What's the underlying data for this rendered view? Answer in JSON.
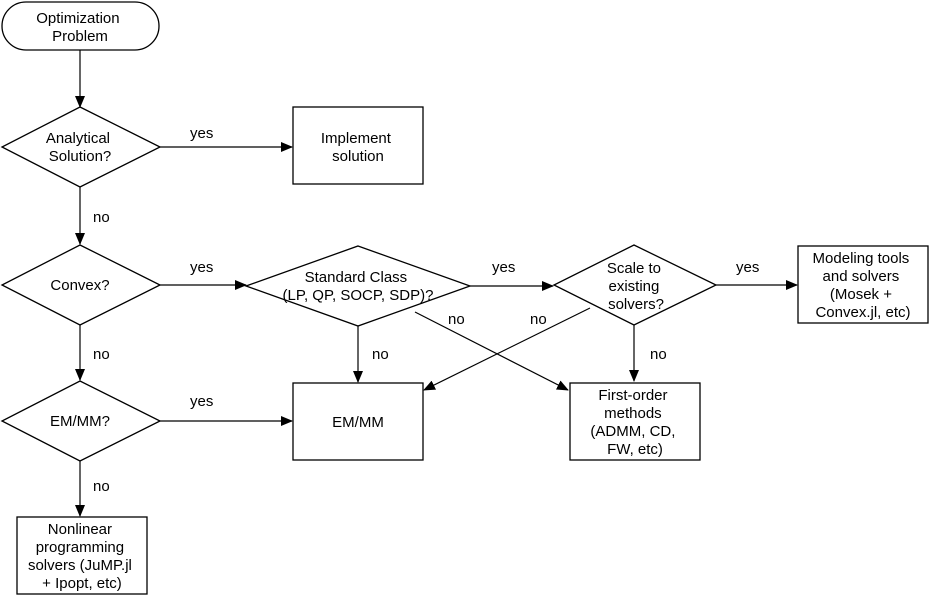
{
  "nodes": {
    "optimization_problem": {
      "lines": [
        "Optimization",
        "Problem"
      ]
    },
    "analytical_solution": {
      "lines": [
        "Analytical",
        "Solution?"
      ]
    },
    "implement_solution": {
      "lines": [
        "Implement",
        "solution"
      ]
    },
    "convex": {
      "lines": [
        "Convex?"
      ]
    },
    "standard_class": {
      "lines": [
        "Standard Class",
        "(LP, QP, SOCP, SDP)?"
      ]
    },
    "scale_to_existing": {
      "lines": [
        "Scale to",
        "existing",
        "solvers?"
      ]
    },
    "modeling_tools": {
      "lines": [
        "Modeling tools",
        "and solvers",
        "(Mosek +",
        "Convex.jl, etc)"
      ]
    },
    "em_mm_decision": {
      "lines": [
        "EM/MM?"
      ]
    },
    "em_mm_box": {
      "lines": [
        "EM/MM"
      ]
    },
    "first_order": {
      "lines": [
        "First-order",
        "methods",
        "(ADMM, CD,",
        "FW, etc)"
      ]
    },
    "nonlinear": {
      "lines": [
        "Nonlinear",
        "programming",
        "solvers (JuMP.jl",
        "+ Ipopt, etc)"
      ]
    }
  },
  "edge_labels": {
    "analytical_yes": "yes",
    "analytical_no": "no",
    "convex_yes": "yes",
    "convex_no": "no",
    "standard_yes": "yes",
    "standard_no_down": "no",
    "standard_no_diag": "no",
    "scale_yes": "yes",
    "scale_no_down": "no",
    "scale_no_diag": "no",
    "emmm_yes": "yes",
    "emmm_no": "no"
  }
}
